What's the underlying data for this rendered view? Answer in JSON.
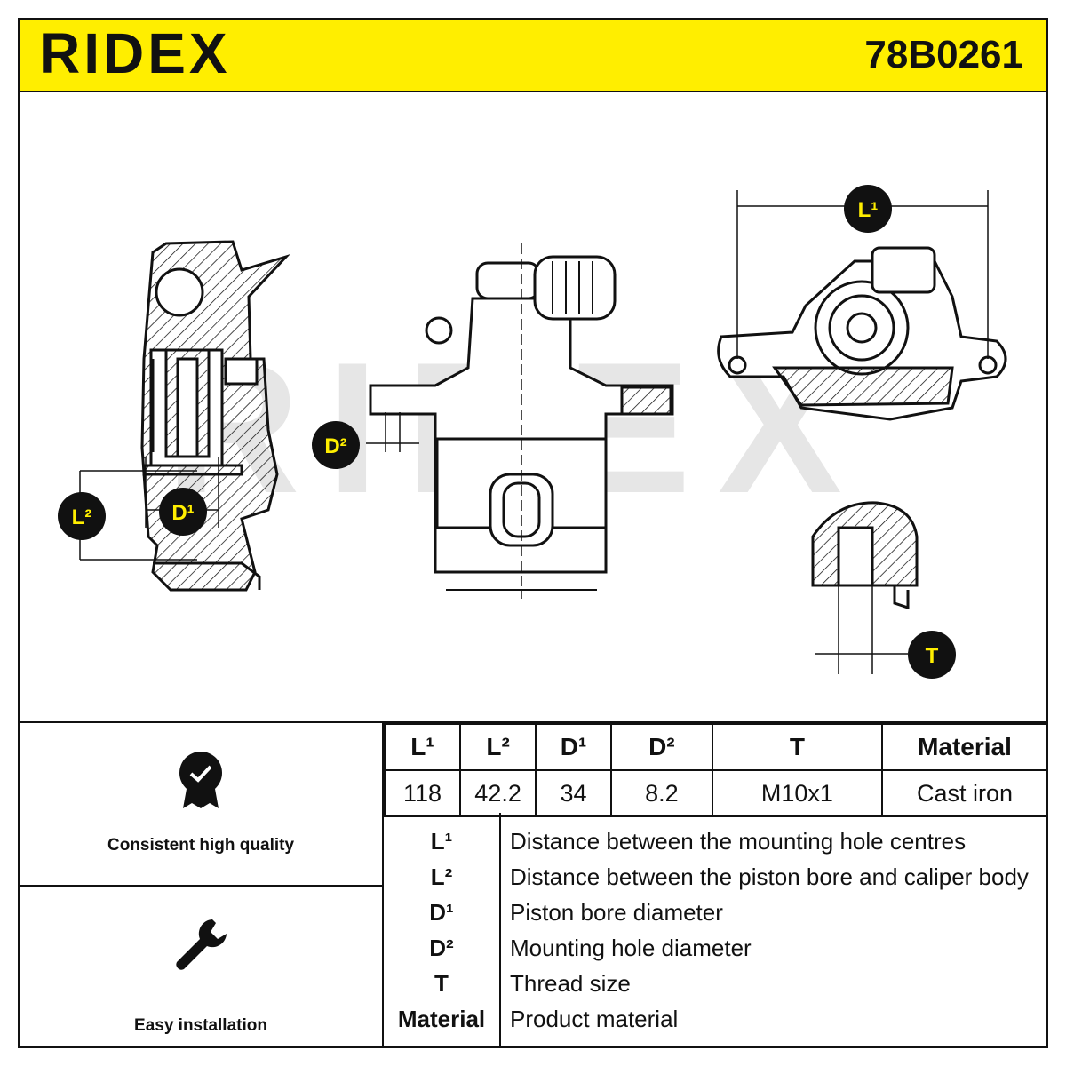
{
  "header": {
    "brand": "RIDEX",
    "part_number": "78B0261",
    "brand_color": "#ffee00"
  },
  "drawing": {
    "watermark": "RIDEX",
    "callouts": {
      "l1": "L¹",
      "l2": "L²",
      "d1": "D¹",
      "d2": "D²",
      "t": "T"
    }
  },
  "features": [
    {
      "label": "Consistent high quality",
      "icon": "quality-badge-icon"
    },
    {
      "label": "Easy installation",
      "icon": "wrench-icon"
    }
  ],
  "spec_table": {
    "headers": [
      "L¹",
      "L²",
      "D¹",
      "D²",
      "T",
      "Material"
    ],
    "values": [
      "118",
      "42.2",
      "34",
      "8.2",
      "M10x1",
      "Cast iron"
    ]
  },
  "legend": [
    {
      "key": "L¹",
      "desc": "Distance between the mounting hole centres"
    },
    {
      "key": "L²",
      "desc": "Distance between the piston bore and caliper body"
    },
    {
      "key": "D¹",
      "desc": "Piston bore diameter"
    },
    {
      "key": "D²",
      "desc": "Mounting hole diameter"
    },
    {
      "key": "T",
      "desc": "Thread size"
    },
    {
      "key": "Material",
      "desc": "Product material"
    }
  ]
}
